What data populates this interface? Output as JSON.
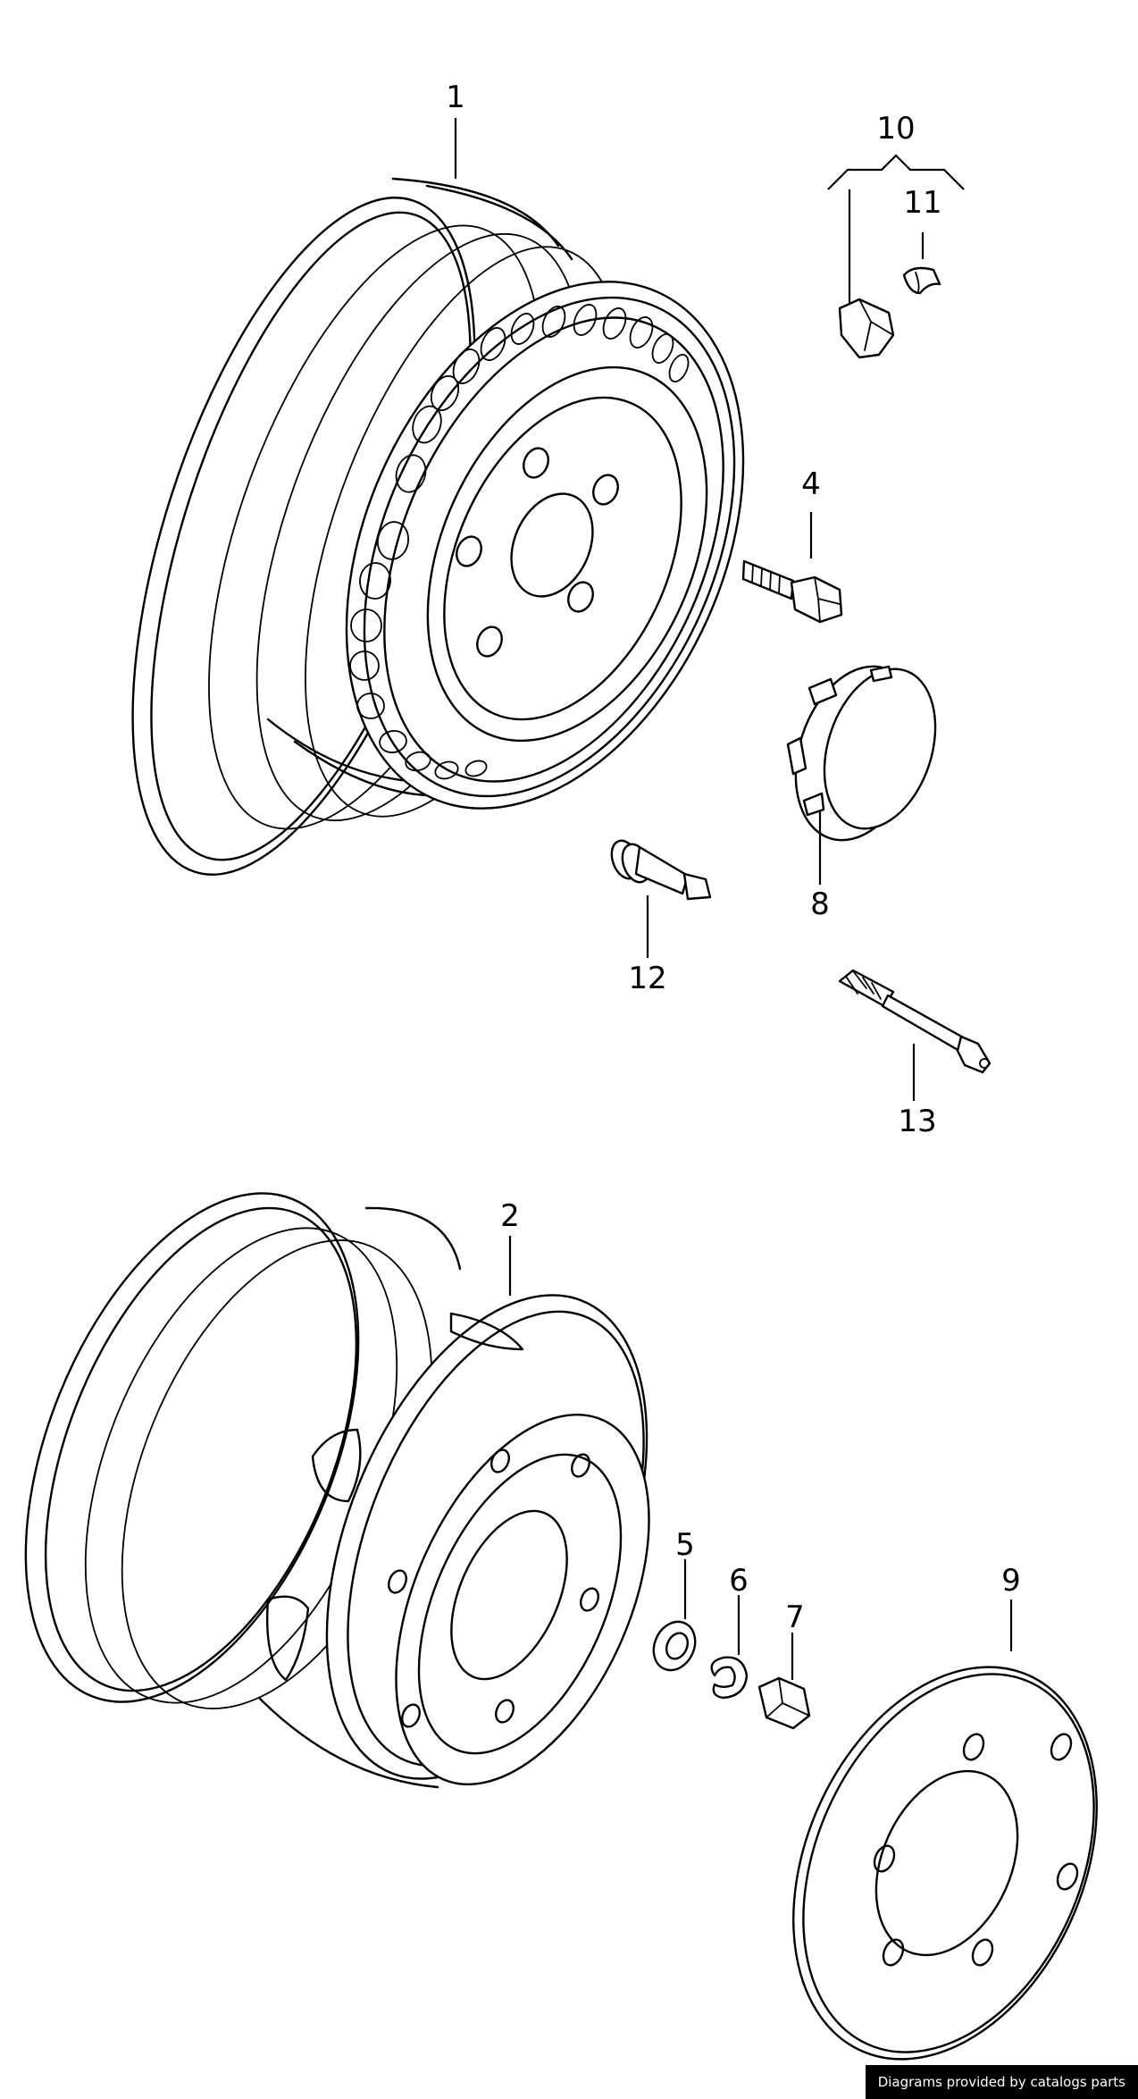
{
  "diagram": {
    "callouts": {
      "c1": "1",
      "c2": "2",
      "c4": "4",
      "c5": "5",
      "c6": "6",
      "c7": "7",
      "c8": "8",
      "c9": "9",
      "c10": "10",
      "c11": "11",
      "c12": "12",
      "c13": "13"
    },
    "parts": [
      {
        "callout": "1",
        "icon": "steel-wheel-rim-icon"
      },
      {
        "callout": "2",
        "icon": "dual-wheel-rim-icon"
      },
      {
        "callout": "4",
        "icon": "wheel-bolt-icon"
      },
      {
        "callout": "5",
        "icon": "washer-icon"
      },
      {
        "callout": "6",
        "icon": "spring-ring-icon"
      },
      {
        "callout": "7",
        "icon": "wheel-nut-icon"
      },
      {
        "callout": "8",
        "icon": "hub-cap-icon"
      },
      {
        "callout": "9",
        "icon": "spacer-disc-icon"
      },
      {
        "callout": "10",
        "icon": "balance-weight-set-icon"
      },
      {
        "callout": "11",
        "icon": "balance-weight-clip-icon"
      },
      {
        "callout": "12",
        "icon": "tire-valve-icon"
      },
      {
        "callout": "13",
        "icon": "valve-extension-icon"
      }
    ]
  },
  "footer": {
    "credit": "Diagrams provided by catalogs parts"
  }
}
